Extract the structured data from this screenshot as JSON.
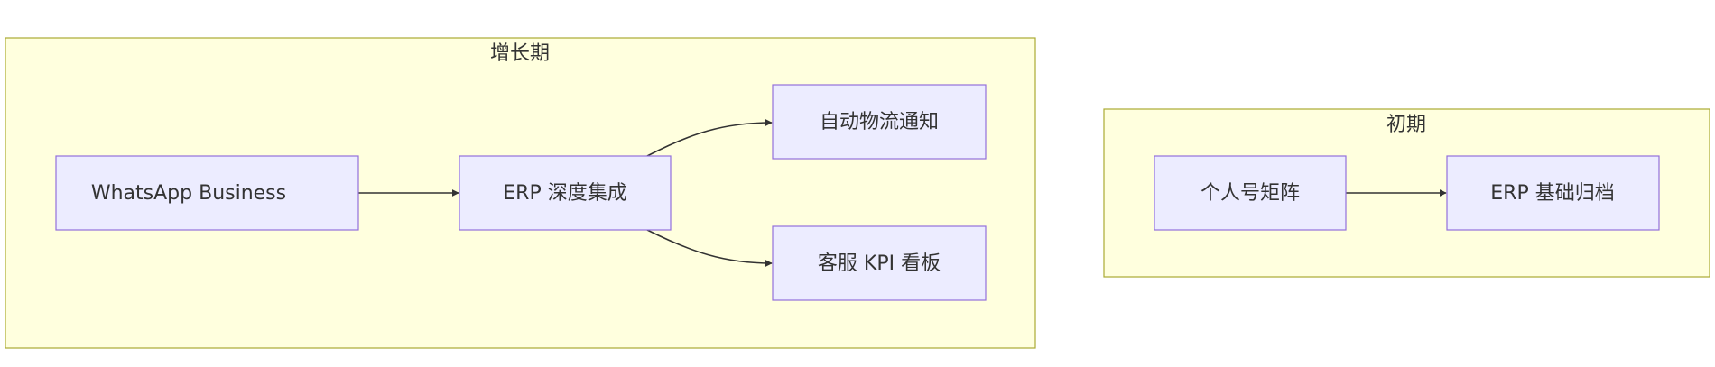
{
  "clusters": {
    "growth": {
      "title": "增长期"
    },
    "initial": {
      "title": "初期"
    }
  },
  "nodes": {
    "whatsapp_business": "WhatsApp Business",
    "erp_deep_integration": "ERP 深度集成",
    "auto_logistics_notice": "自动物流通知",
    "cs_kpi_board": "客服 KPI 看板",
    "personal_account_matrix": "个人号矩阵",
    "erp_basic_archive": "ERP 基础归档"
  },
  "edges": [
    {
      "from": "whatsapp_business",
      "to": "erp_deep_integration"
    },
    {
      "from": "erp_deep_integration",
      "to": "auto_logistics_notice"
    },
    {
      "from": "erp_deep_integration",
      "to": "cs_kpi_board"
    },
    {
      "from": "personal_account_matrix",
      "to": "erp_basic_archive"
    }
  ],
  "colors": {
    "cluster_fill": "#ffffde",
    "cluster_stroke": "#aaaa33",
    "node_fill": "#ececff",
    "node_stroke": "#9370db",
    "edge": "#333333",
    "text": "#333333"
  }
}
